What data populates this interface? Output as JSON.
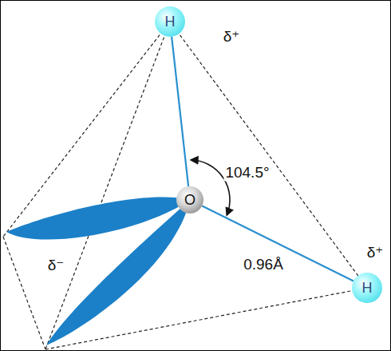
{
  "diagram": {
    "nodes": [
      {
        "text": [
          "H"
        ]
      },
      {
        "text": [
          "O"
        ]
      },
      {
        "text": [
          "H"
        ]
      }
    ],
    "edges": [
      {
        "from": 1,
        "to": 0,
        "arrow": "none"
      },
      {
        "from": 1,
        "to": 2,
        "arrow": "none"
      }
    ],
    "labels": [
      "δ⁺",
      "104.5°",
      "δ⁺",
      "0.96Å",
      "δ⁻"
    ]
  }
}
